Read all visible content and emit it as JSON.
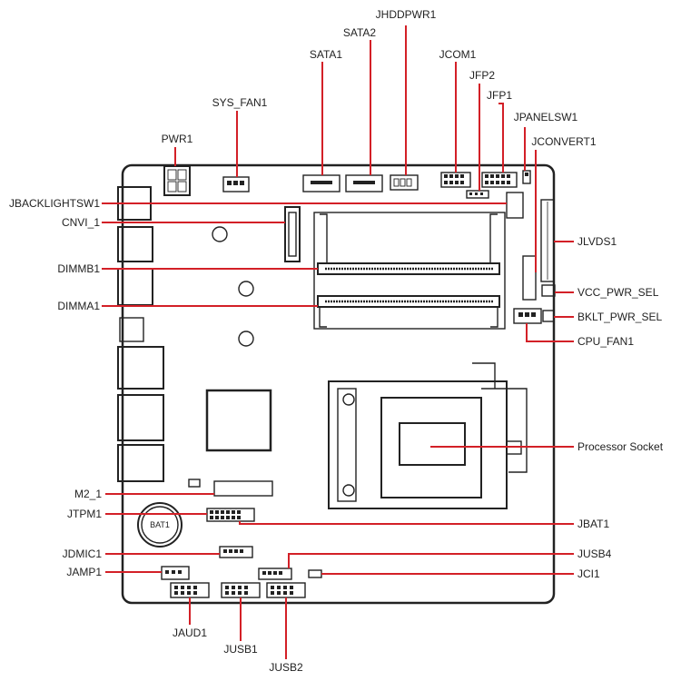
{
  "diagram": {
    "labels": {
      "jhddpwr1": "JHDDPWR1",
      "sata2": "SATA2",
      "sata1": "SATA1",
      "jcom1": "JCOM1",
      "jfp2": "JFP2",
      "jfp1": "JFP1",
      "sys_fan1": "SYS_FAN1",
      "jpanelsw1": "JPANELSW1",
      "pwr1": "PWR1",
      "jconvert1": "JCONVERT1",
      "jbacklightsw1": "JBACKLIGHTSW1",
      "cnvi_1": "CNVI_1",
      "jlvds1": "JLVDS1",
      "dimmb1": "DIMMB1",
      "dimma1": "DIMMA1",
      "vcc_pwr_sel": "VCC_PWR_SEL",
      "bklt_pwr_sel": "BKLT_PWR_SEL",
      "cpu_fan1": "CPU_FAN1",
      "processor_socket": "Processor Socket",
      "m2_1": "M2_1",
      "jtpm1": "JTPM1",
      "jbat1": "JBAT1",
      "jdmic1": "JDMIC1",
      "jusb4": "JUSB4",
      "jamp1": "JAMP1",
      "jci1": "JCI1",
      "jaud1": "JAUD1",
      "jusb1": "JUSB1",
      "jusb2": "JUSB2",
      "bat1": "BAT1"
    },
    "colors": {
      "leader": "#d32027",
      "outline": "#222222",
      "background": "#ffffff"
    }
  }
}
